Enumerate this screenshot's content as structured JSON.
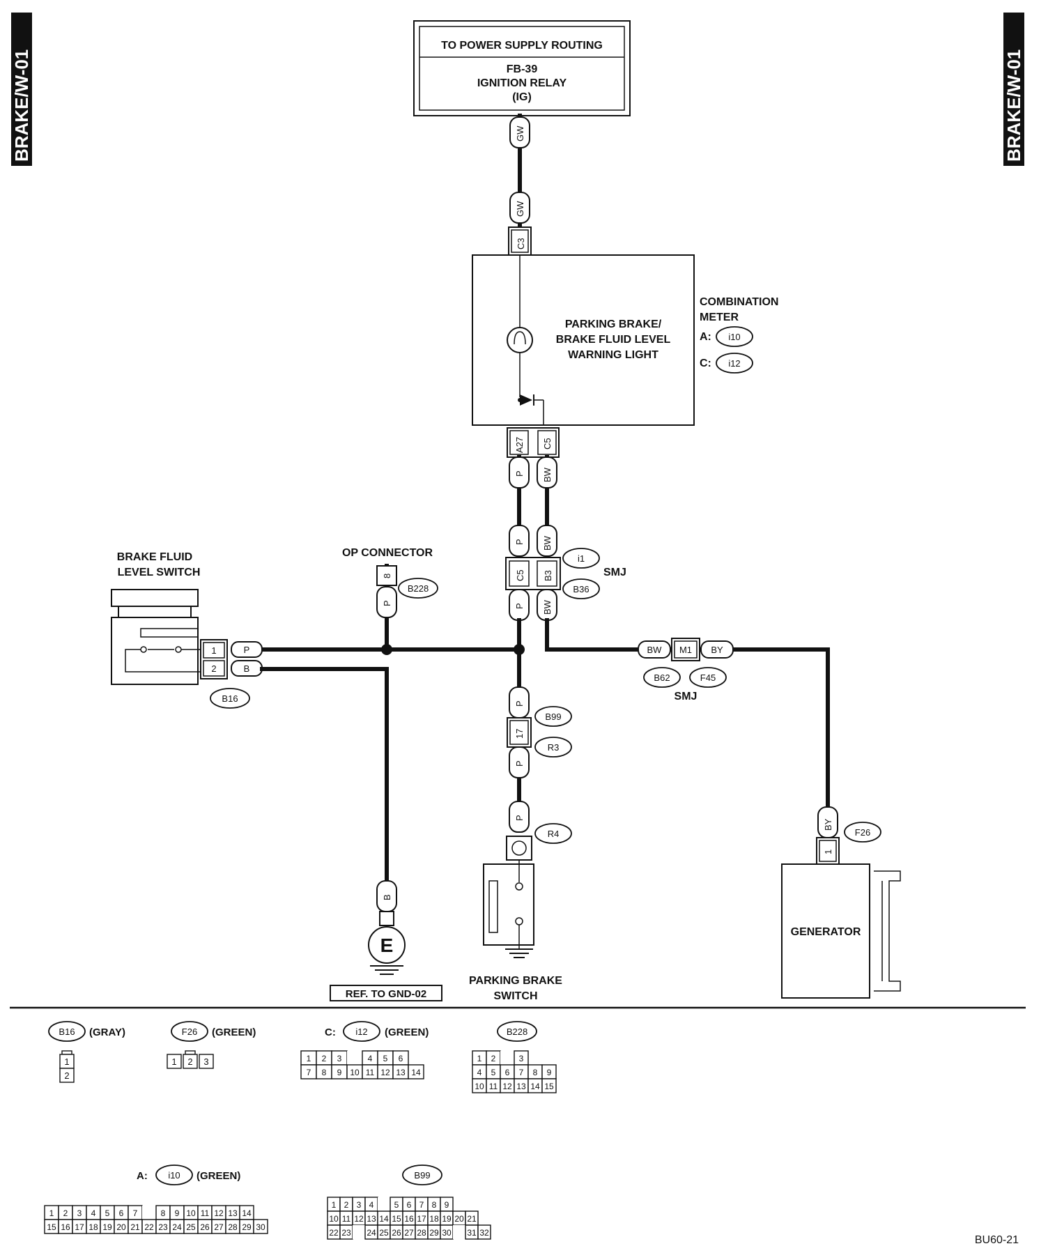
{
  "side_tab": "BRAKE/W-01",
  "power_box": {
    "title": "TO POWER SUPPLY ROUTING",
    "line1": "FB-39",
    "line2": "IGNITION RELAY",
    "line3": "(IG)"
  },
  "meter": {
    "title1": "COMBINATION",
    "title2": "METER",
    "conn_a_prefix": "A:",
    "conn_a": "i10",
    "conn_c_prefix": "C:",
    "conn_c": "i12",
    "lamp1": "PARKING BRAKE/",
    "lamp2": "BRAKE FLUID LEVEL",
    "lamp3": "WARNING LIGHT",
    "pin_c3": "C3",
    "pin_a27": "A27",
    "pin_c5": "C5"
  },
  "wire_colors": {
    "gw": "GW",
    "p": "P",
    "bw": "BW",
    "b": "B",
    "by": "BY"
  },
  "smj": {
    "label": "SMJ",
    "conn1": "i1",
    "conn2": "B36",
    "pin_c5": "C5",
    "pin_b3": "B3"
  },
  "op_connector": {
    "label": "OP CONNECTOR",
    "pin": "8",
    "conn": "B228"
  },
  "brake_fluid": {
    "label1": "BRAKE FLUID",
    "label2": "LEVEL SWITCH",
    "pin1": "1",
    "pin2": "2",
    "conn": "B16"
  },
  "smj2": {
    "pin": "M1",
    "conn1": "B62",
    "conn2": "F45",
    "label": "SMJ"
  },
  "b99_joint": {
    "pin": "17",
    "conn1": "B99",
    "conn2": "R3"
  },
  "parking_switch": {
    "conn": "R4",
    "label1": "PARKING BRAKE",
    "label2": "SWITCH"
  },
  "ground": {
    "symbol": "E",
    "ref": "REF. TO GND-02"
  },
  "generator": {
    "label": "GENERATOR",
    "pin": "1",
    "conn": "F26"
  },
  "legend": {
    "b16": {
      "conn": "B16",
      "color": "(GRAY)",
      "pins": [
        "1",
        "2"
      ]
    },
    "f26": {
      "conn": "F26",
      "color": "(GREEN)",
      "pins": [
        "1",
        "2",
        "3"
      ]
    },
    "i12": {
      "prefix": "C:",
      "conn": "i12",
      "color": "(GREEN)",
      "row1": [
        "1",
        "2",
        "3",
        "",
        "4",
        "5",
        "6"
      ],
      "row2": [
        "7",
        "8",
        "9",
        "10",
        "11",
        "12",
        "13",
        "14"
      ]
    },
    "b228": {
      "conn": "B228",
      "row1": [
        "1",
        "2",
        "",
        "3"
      ],
      "row2": [
        "4",
        "5",
        "6",
        "7",
        "8",
        "9"
      ],
      "row3": [
        "10",
        "11",
        "12",
        "13",
        "14",
        "15"
      ]
    },
    "i10": {
      "prefix": "A:",
      "conn": "i10",
      "color": "(GREEN)",
      "row1": [
        "1",
        "2",
        "3",
        "4",
        "5",
        "6",
        "7",
        "",
        "8",
        "9",
        "10",
        "11",
        "12",
        "13",
        "14"
      ],
      "row2": [
        "15",
        "16",
        "17",
        "18",
        "19",
        "20",
        "21",
        "22",
        "23",
        "24",
        "25",
        "26",
        "27",
        "28",
        "29",
        "30"
      ]
    },
    "b99": {
      "conn": "B99",
      "row1": [
        "1",
        "2",
        "3",
        "4",
        "",
        "5",
        "6",
        "7",
        "8",
        "9"
      ],
      "row2": [
        "10",
        "11",
        "12",
        "13",
        "14",
        "15",
        "16",
        "17",
        "18",
        "19",
        "20",
        "21"
      ],
      "row3": [
        "22",
        "23",
        "",
        "24",
        "25",
        "26",
        "27",
        "28",
        "29",
        "30",
        "",
        "31",
        "32"
      ]
    }
  },
  "code": "BU60-21"
}
